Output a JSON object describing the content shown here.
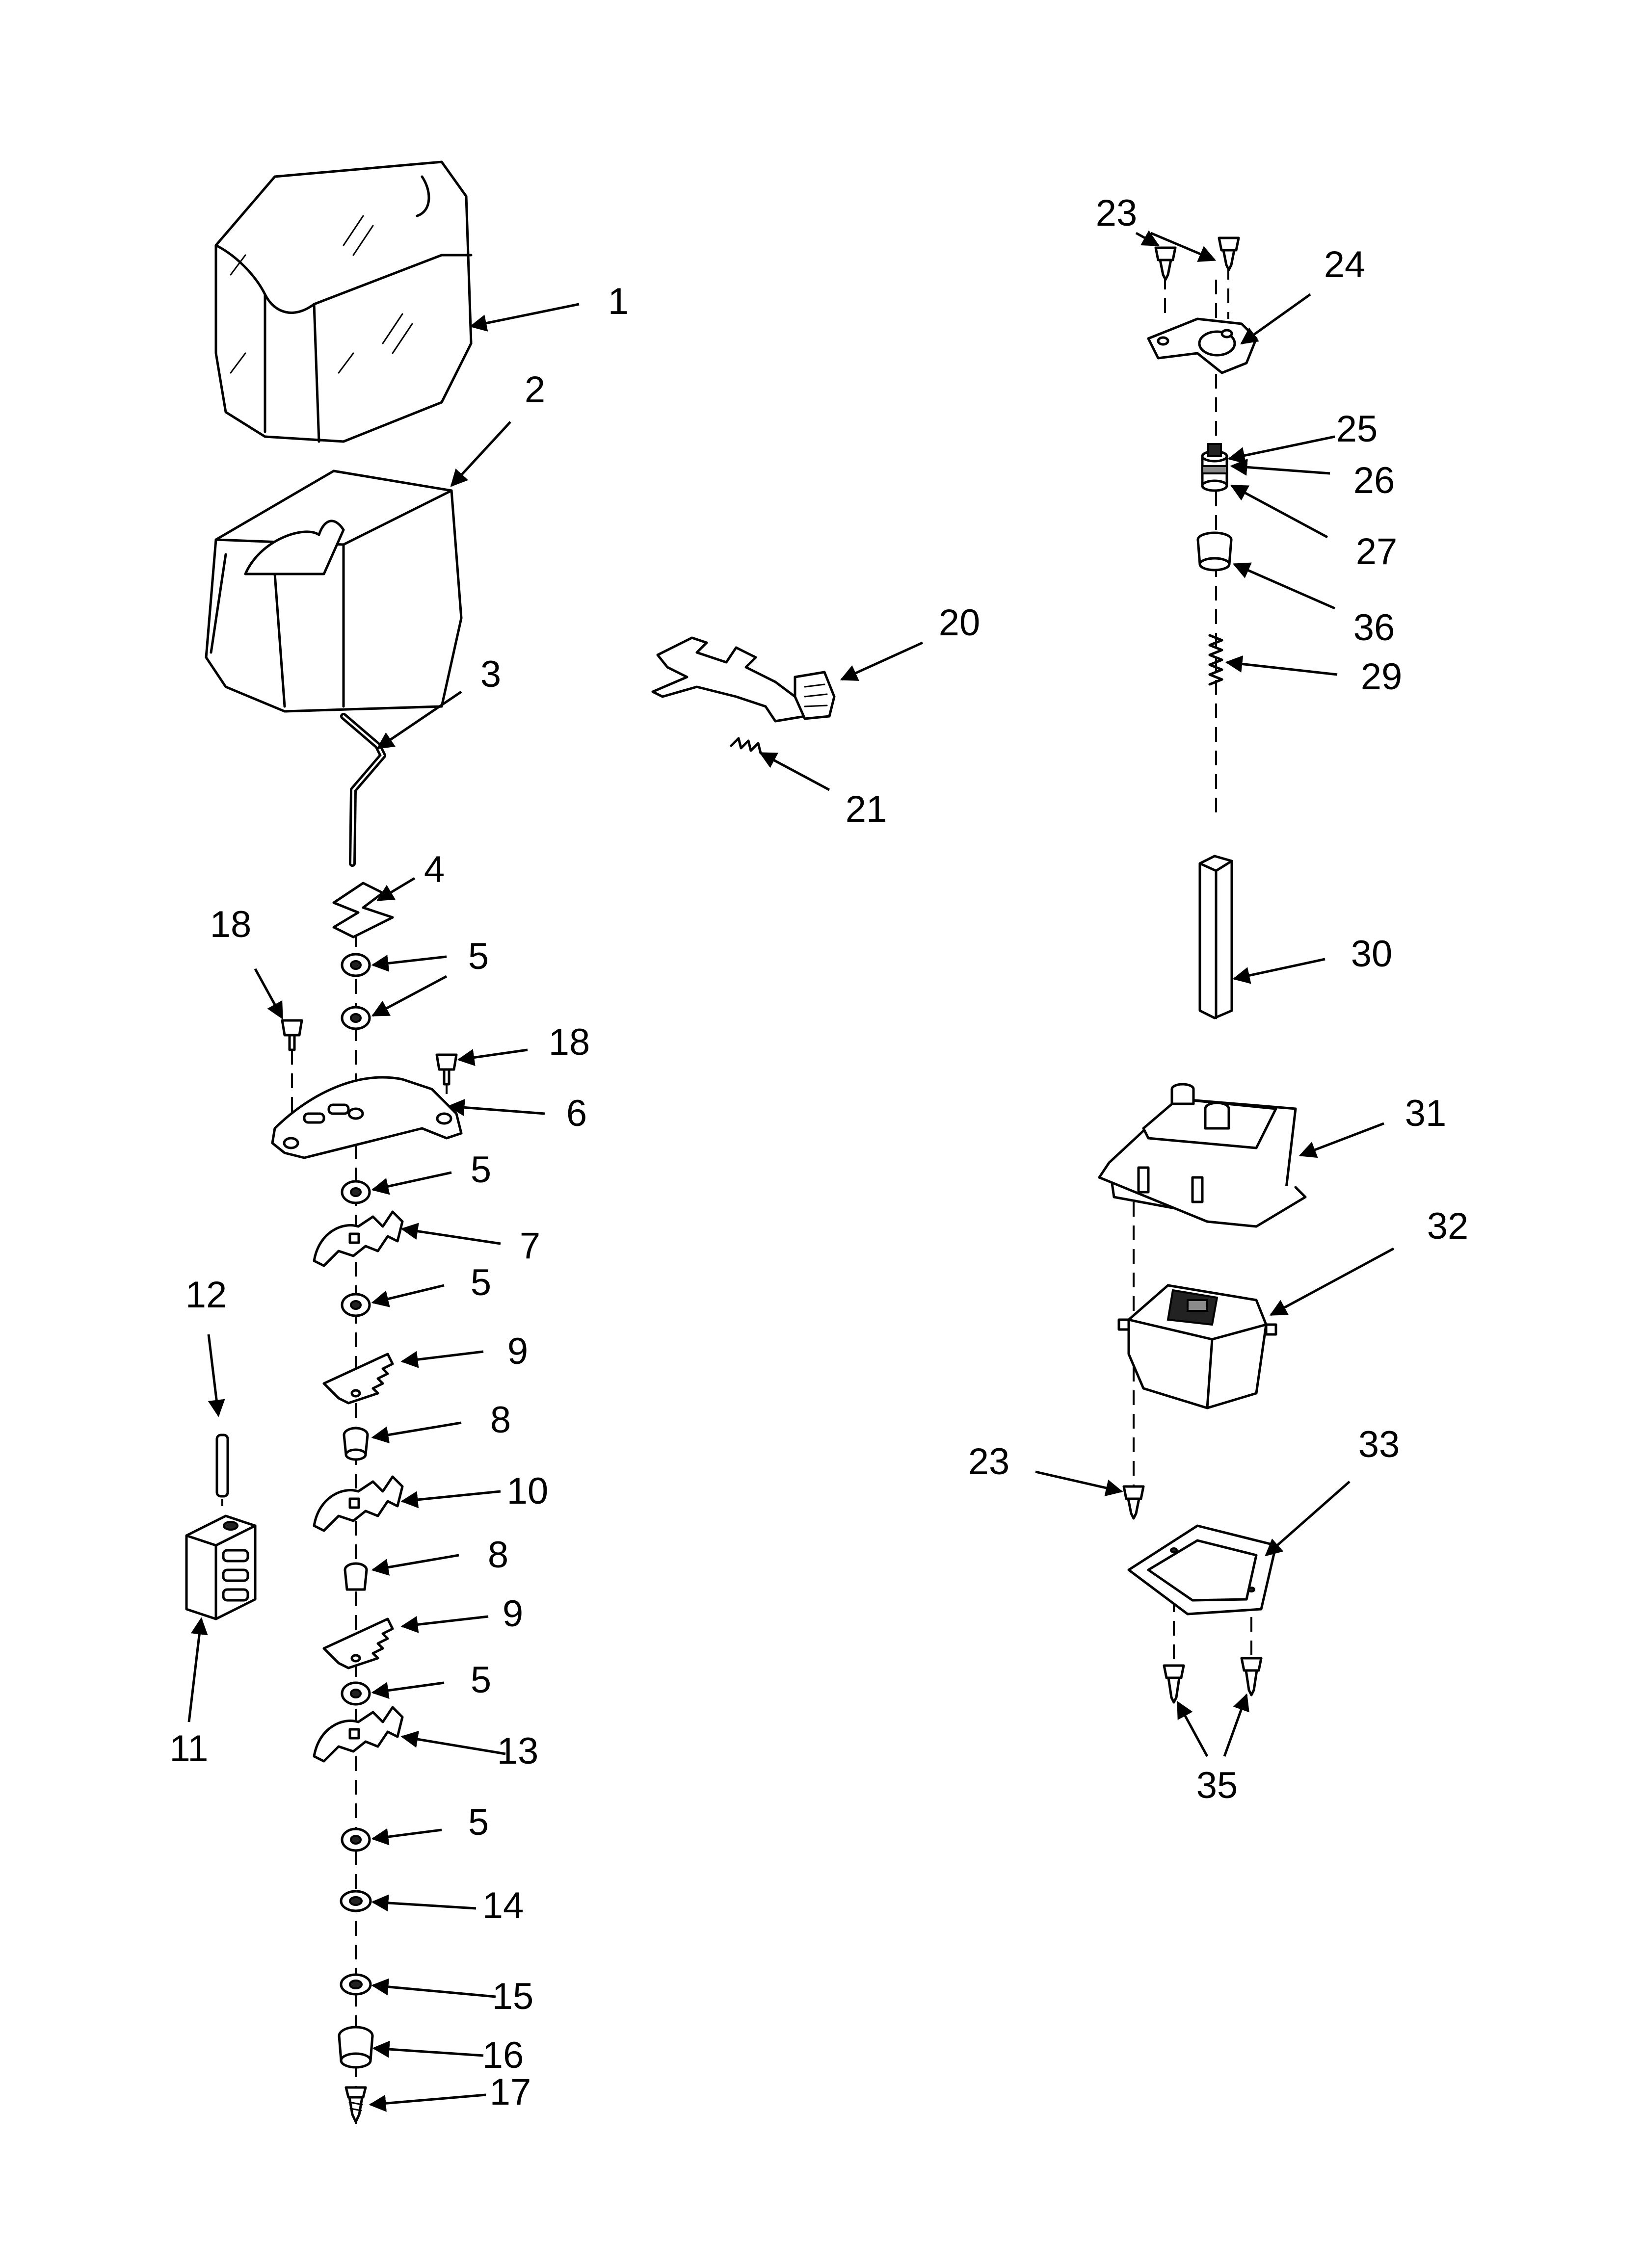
{
  "diagram": {
    "type": "exploded-parts-diagram",
    "background_color": "#ffffff",
    "line_color": "#000000",
    "callouts": [
      {
        "id": "c1",
        "label": "1"
      },
      {
        "id": "c2",
        "label": "2"
      },
      {
        "id": "c3",
        "label": "3"
      },
      {
        "id": "c4",
        "label": "4"
      },
      {
        "id": "c5a",
        "label": "5"
      },
      {
        "id": "c5b",
        "label": "5"
      },
      {
        "id": "c18a",
        "label": "18"
      },
      {
        "id": "c18b",
        "label": "18"
      },
      {
        "id": "c6",
        "label": "6"
      },
      {
        "id": "c5c",
        "label": "5"
      },
      {
        "id": "c7",
        "label": "7"
      },
      {
        "id": "c5d",
        "label": "5"
      },
      {
        "id": "c12",
        "label": "12"
      },
      {
        "id": "c9a",
        "label": "9"
      },
      {
        "id": "c8a",
        "label": "8"
      },
      {
        "id": "c10",
        "label": "10"
      },
      {
        "id": "c8b",
        "label": "8"
      },
      {
        "id": "c11",
        "label": "11"
      },
      {
        "id": "c9b",
        "label": "9"
      },
      {
        "id": "c5e",
        "label": "5"
      },
      {
        "id": "c13",
        "label": "13"
      },
      {
        "id": "c5f",
        "label": "5"
      },
      {
        "id": "c14",
        "label": "14"
      },
      {
        "id": "c15",
        "label": "15"
      },
      {
        "id": "c16",
        "label": "16"
      },
      {
        "id": "c17",
        "label": "17"
      },
      {
        "id": "c20",
        "label": "20"
      },
      {
        "id": "c21",
        "label": "21"
      },
      {
        "id": "c23a",
        "label": "23"
      },
      {
        "id": "c24",
        "label": "24"
      },
      {
        "id": "c25",
        "label": "25"
      },
      {
        "id": "c26",
        "label": "26"
      },
      {
        "id": "c27",
        "label": "27"
      },
      {
        "id": "c36",
        "label": "36"
      },
      {
        "id": "c29",
        "label": "29"
      },
      {
        "id": "c30",
        "label": "30"
      },
      {
        "id": "c31",
        "label": "31"
      },
      {
        "id": "c32",
        "label": "32"
      },
      {
        "id": "c23b",
        "label": "23"
      },
      {
        "id": "c33",
        "label": "33"
      },
      {
        "id": "c35",
        "label": "35"
      }
    ]
  }
}
